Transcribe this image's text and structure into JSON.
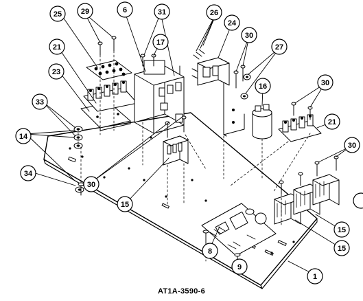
{
  "figure": {
    "id_label": "AT1A-3590-6"
  },
  "callouts": [
    "1",
    "6",
    "8",
    "9",
    "14",
    "15",
    "15",
    "15",
    "16",
    "17",
    "21",
    "21",
    "23",
    "24",
    "25",
    "26",
    "27",
    "29",
    "30",
    "30",
    "30",
    "30",
    "31",
    "33",
    "34"
  ]
}
